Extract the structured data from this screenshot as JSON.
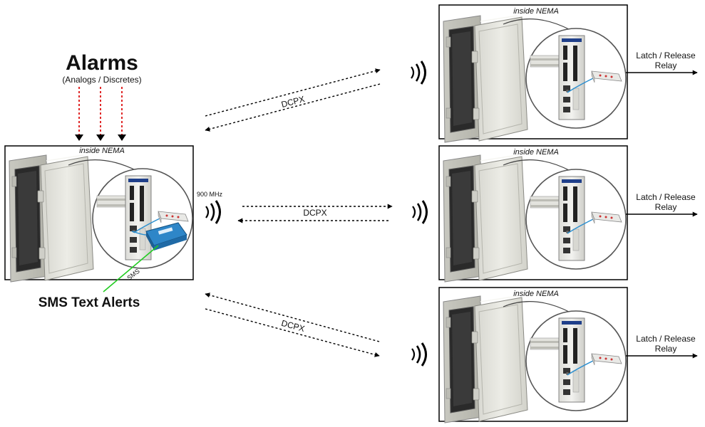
{
  "alarms": {
    "title": "Alarms",
    "subtitle": "(Analogs / Discretes)",
    "color": "#ee1111"
  },
  "sms": {
    "title": "SMS Text Alerts",
    "link_label": "SMS",
    "color": "#1a7a1a"
  },
  "master": {
    "caption": "inside NEMA",
    "frequency": "900 MHz"
  },
  "links": {
    "top_label": "DCPX",
    "middle_label": "DCPX",
    "bottom_label": "DCPX"
  },
  "remotes": [
    {
      "caption": "inside NEMA",
      "output_line1": "Latch / Release",
      "output_line2": "Relay"
    },
    {
      "caption": "inside NEMA",
      "output_line1": "Latch / Release",
      "output_line2": "Relay"
    },
    {
      "caption": "inside NEMA",
      "output_line1": "Latch / Release",
      "output_line2": "Relay"
    }
  ],
  "icons": [
    "nema-enclosure-icon",
    "rtu-controller-icon",
    "radio-modem-icon",
    "cellular-modem-icon",
    "radio-wave-icon"
  ],
  "colors": {
    "frame": "#000000",
    "enclosure_body": "#e3e3dc",
    "cell_modem": "#2e86c8",
    "text": "#111111"
  }
}
